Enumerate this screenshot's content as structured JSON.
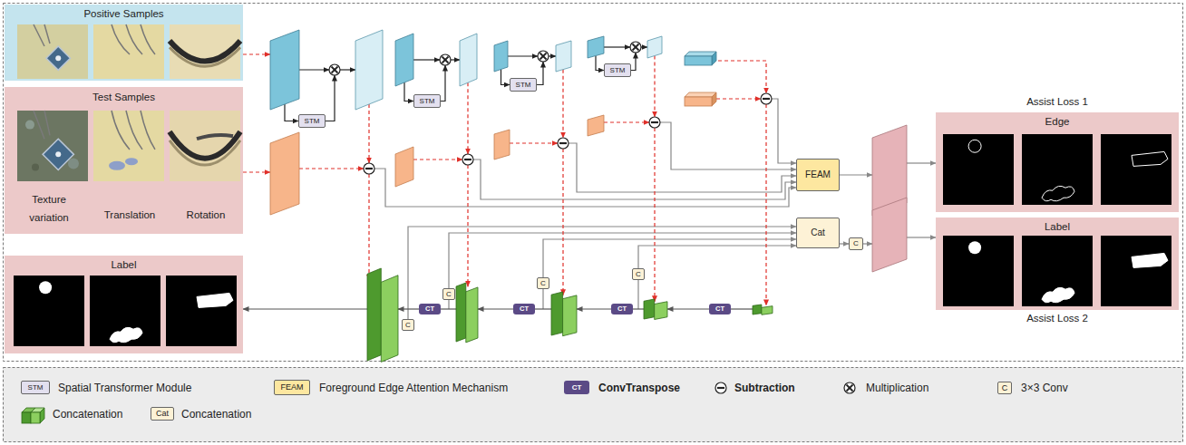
{
  "diagram": {
    "nodes": [
      {
        "text": [
          "Positive Samples"
        ]
      },
      {
        "text": [
          "Test Samples",
          "Texture variation",
          "Translation",
          "Rotation"
        ]
      },
      {
        "text": [
          "STM"
        ]
      },
      {
        "text": [
          "STM"
        ]
      },
      {
        "text": [
          "STM"
        ]
      },
      {
        "text": [
          "STM"
        ]
      },
      {
        "text": [
          "FEAM"
        ]
      },
      {
        "text": [
          "Cat"
        ]
      },
      {
        "text": [
          "C"
        ]
      },
      {
        "text": [
          "C"
        ]
      },
      {
        "text": [
          "C"
        ]
      },
      {
        "text": [
          "C"
        ]
      },
      {
        "text": [
          "C"
        ]
      },
      {
        "text": [
          "CT"
        ]
      },
      {
        "text": [
          "CT"
        ]
      },
      {
        "text": [
          "CT"
        ]
      },
      {
        "text": [
          "CT"
        ]
      },
      {
        "text": [
          "Assist Loss 1",
          "Edge"
        ]
      },
      {
        "text": [
          "Label",
          "Assist Loss 2"
        ]
      },
      {
        "text": [
          "Label"
        ]
      }
    ],
    "edges": [
      {
        "from": 7,
        "to": 8,
        "arrow": "to"
      }
    ],
    "labels": [
      "STM",
      "FEAM",
      "CT",
      "C",
      "Cat"
    ],
    "legend": [
      {
        "text": "Spatial Transformer Module",
        "color": "#e3e0ef"
      },
      {
        "text": "Foreground Edge Attention Mechanism",
        "color": "#fde7a0"
      },
      {
        "text": "ConvTranspose",
        "color": "#5b4a86"
      },
      {
        "text": "Subtraction"
      },
      {
        "text": "Multiplication"
      },
      {
        "text": "3×3 Conv",
        "color": "#fdf2d6"
      },
      {
        "text": "Concatenation"
      },
      {
        "text": "Concatenation",
        "color": "#fdf2d6"
      }
    ]
  }
}
